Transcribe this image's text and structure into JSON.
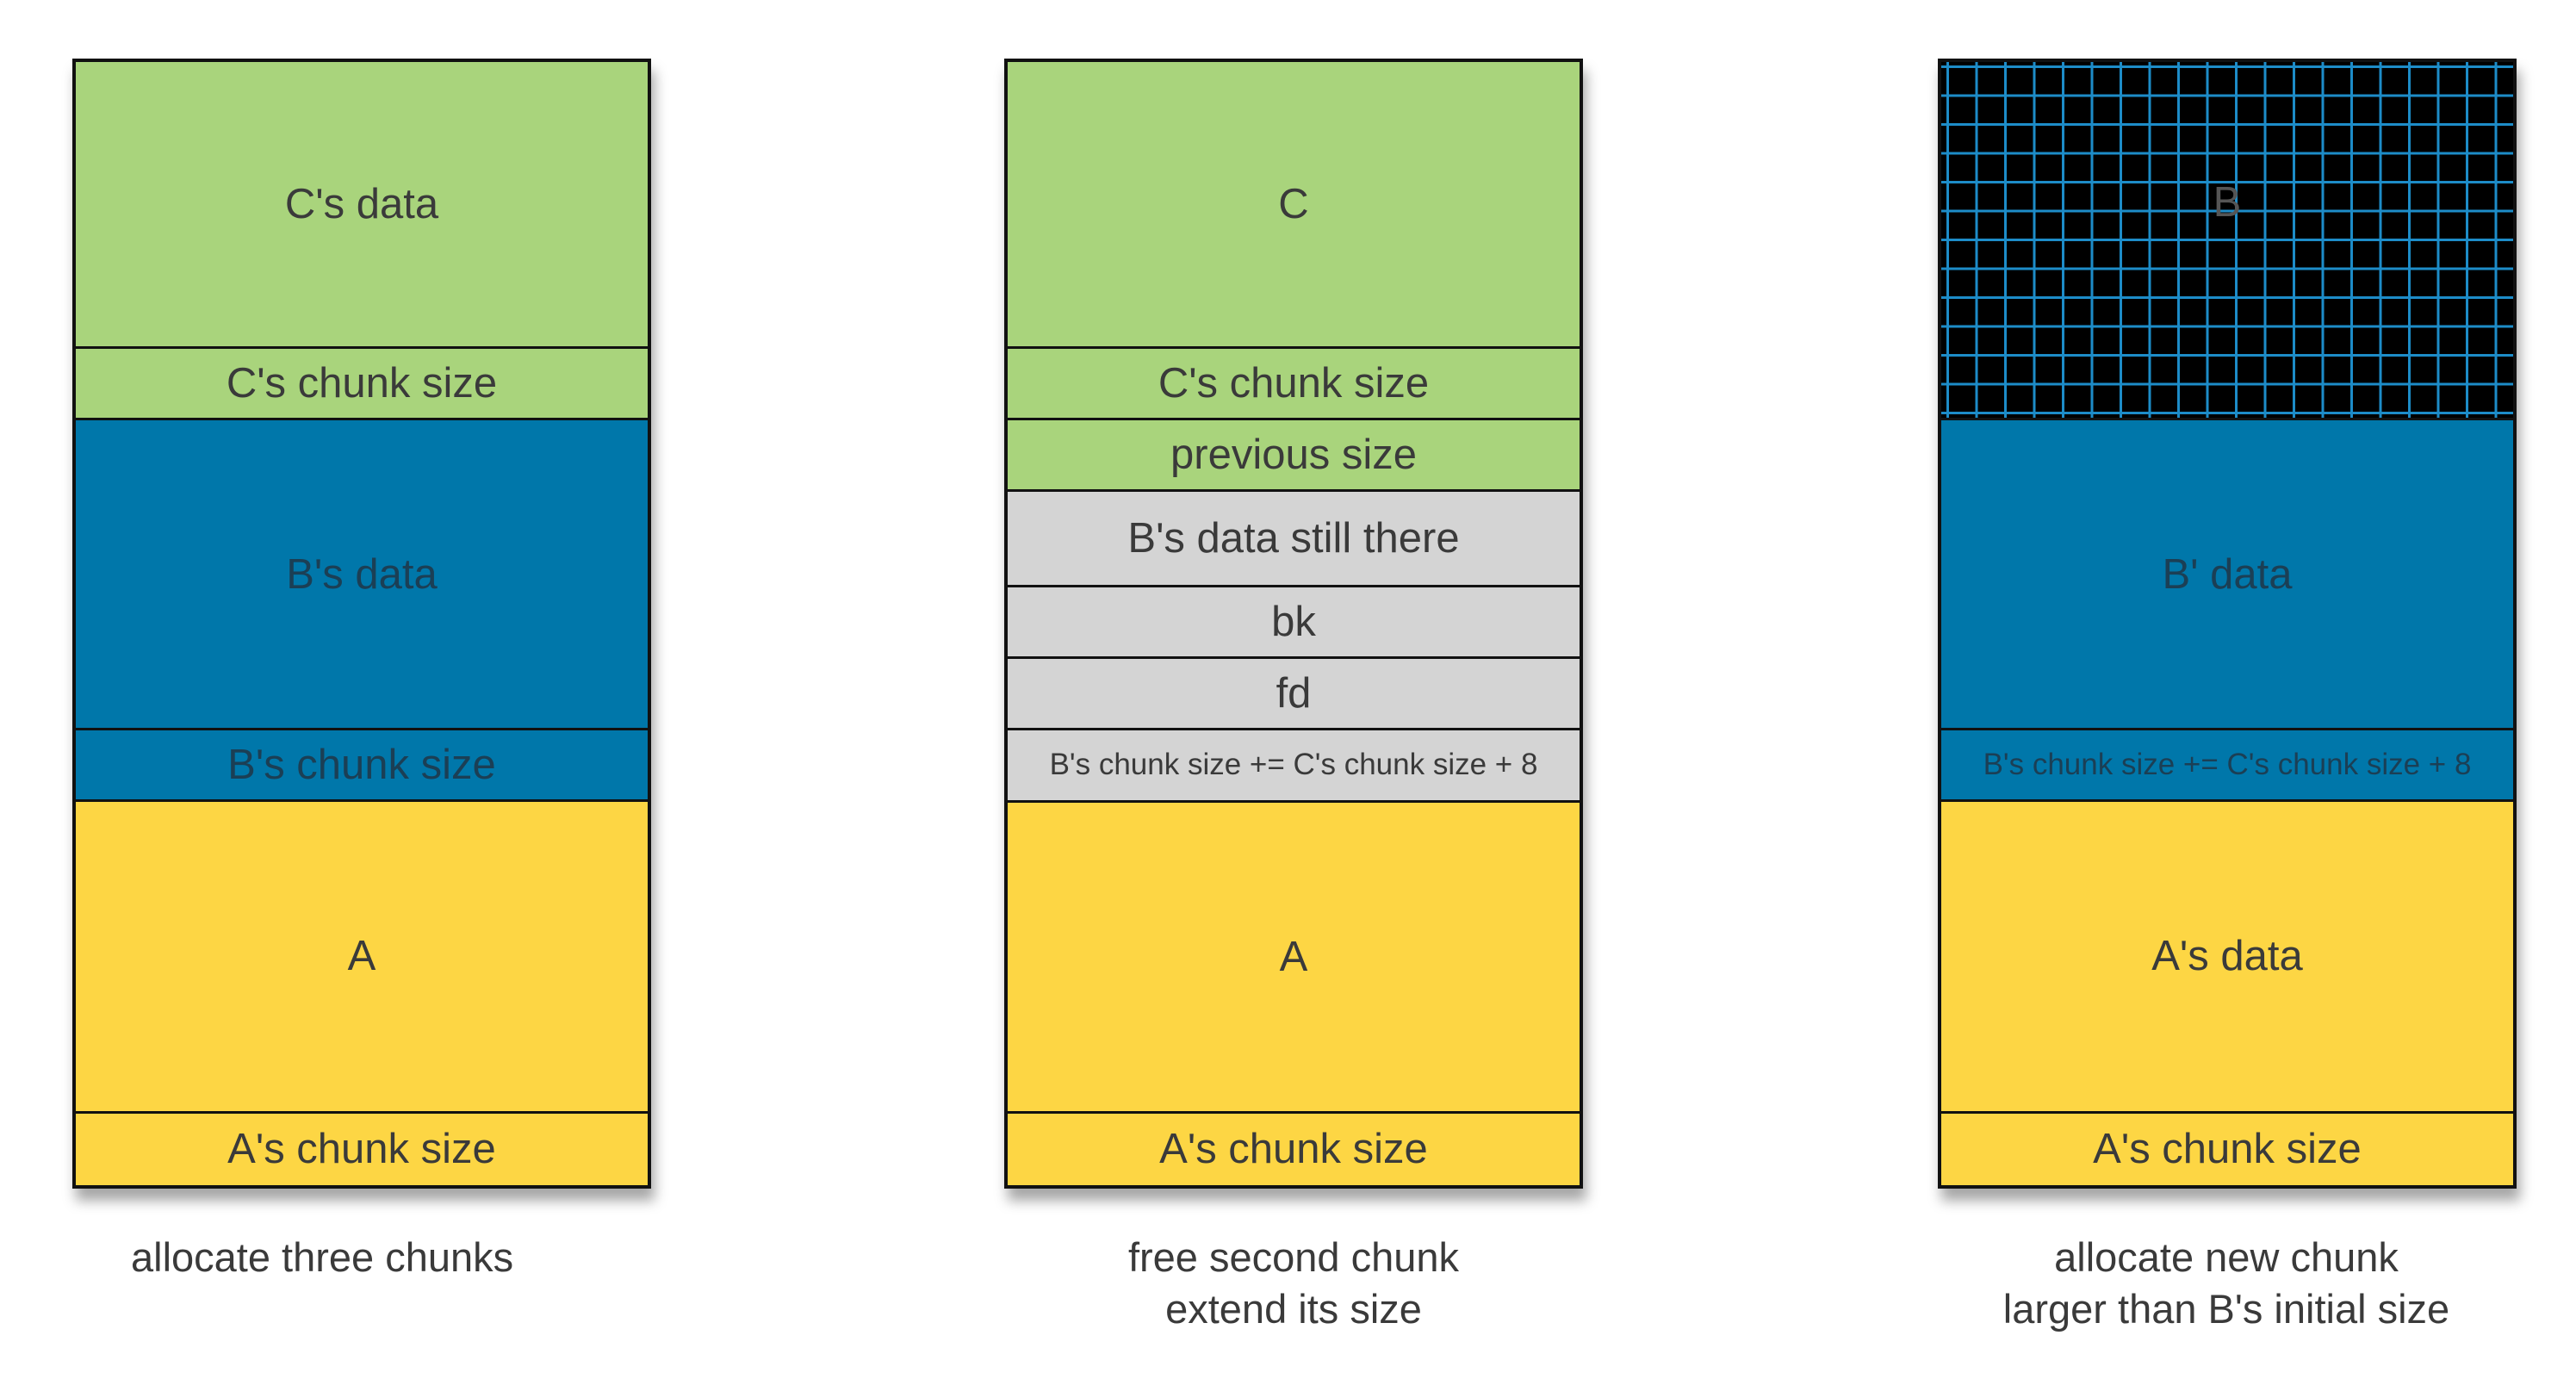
{
  "columns": [
    {
      "segments": [
        {
          "label": "C's data",
          "color": "green"
        },
        {
          "label": "C's chunk size",
          "color": "green"
        },
        {
          "label": "B's data",
          "color": "blue"
        },
        {
          "label": "B's chunk size",
          "color": "blue"
        },
        {
          "label": "A",
          "color": "yellow"
        },
        {
          "label": "A's chunk size",
          "color": "yellow"
        }
      ],
      "caption": [
        "allocate three chunks"
      ]
    },
    {
      "segments": [
        {
          "label": "C",
          "color": "green"
        },
        {
          "label": "C's chunk size",
          "color": "green"
        },
        {
          "label": "previous size",
          "color": "green"
        },
        {
          "label": "B's data still there",
          "color": "gray"
        },
        {
          "label": "bk",
          "color": "gray"
        },
        {
          "label": "fd",
          "color": "gray"
        },
        {
          "label": "B's chunk size += C's chunk size + 8",
          "color": "gray"
        },
        {
          "label": "A",
          "color": "yellow"
        },
        {
          "label": "A's chunk size",
          "color": "yellow"
        }
      ],
      "caption": [
        "free second chunk",
        "extend its size"
      ]
    },
    {
      "segments": [
        {
          "label": "B",
          "color": "grid"
        },
        {
          "label": "B' data",
          "color": "blue"
        },
        {
          "label": "B's chunk size += C's chunk size + 8",
          "color": "blue"
        },
        {
          "label": "A's data",
          "color": "yellow"
        },
        {
          "label": "A's chunk size",
          "color": "yellow"
        }
      ],
      "caption": [
        "allocate new chunk",
        "larger than B's initial size"
      ]
    }
  ],
  "colors": {
    "green": "#a9d47c",
    "blue": "#0077aa",
    "yellow": "#fdd644",
    "gray": "#d4d4d4",
    "grid_line": "#1d8cc8",
    "border": "#111111"
  }
}
